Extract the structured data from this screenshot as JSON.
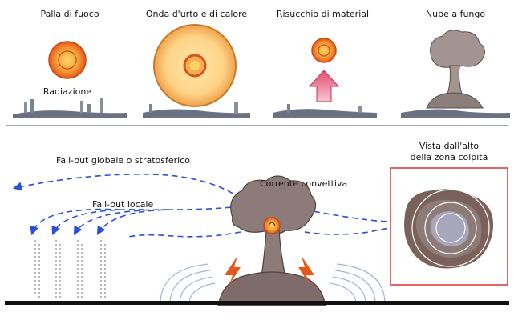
{
  "stages": [
    {
      "title": "Palla di fuoco",
      "sublabel": "Radiazione"
    },
    {
      "title": "Onda d'urto e di calore"
    },
    {
      "title": "Risucchio di materiali"
    },
    {
      "title": "Nube a fungo"
    }
  ],
  "lower": {
    "fallout_global": "Fall-out globale o stratosferico",
    "fallout_local": "Fall-out locale",
    "convection": "Corrente convettiva",
    "topview_line1": "Vista dall'alto",
    "topview_line2": "della zona colpita"
  },
  "colors": {
    "arrow_blue": "#2b4fd6",
    "cloud_brown": "#7a625a",
    "fire_orange": "#e8561a",
    "box_red": "#d9362f"
  }
}
